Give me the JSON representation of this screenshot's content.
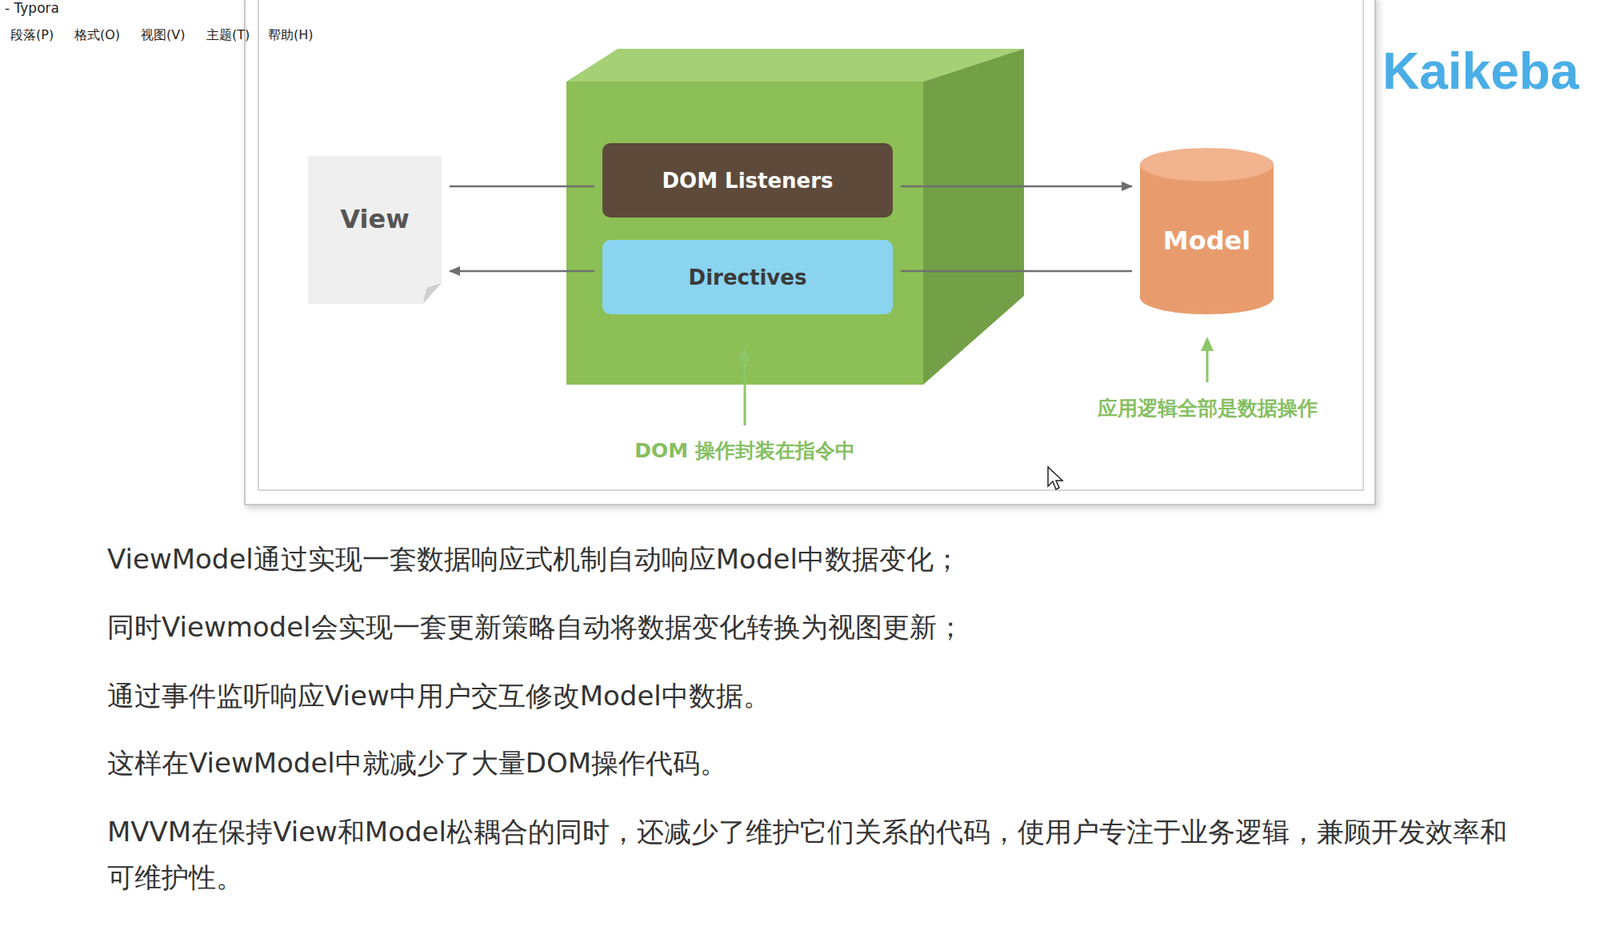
{
  "diagram": {
    "nodes": [
      {
        "text": [
          "View"
        ]
      },
      {
        "text": [
          "DOM Listeners"
        ]
      },
      {
        "text": [
          "Directives"
        ]
      },
      {
        "text": [
          "Model"
        ]
      }
    ],
    "edges": [
      {
        "from": 0,
        "to": 1,
        "arrow": "none"
      },
      {
        "from": 1,
        "to": 3,
        "arrow": "to"
      },
      {
        "from": 3,
        "to": 2,
        "arrow": "none"
      },
      {
        "from": 2,
        "to": 0,
        "arrow": "to"
      }
    ],
    "labels": [
      "- Typora",
      "段落(P)",
      "格式(O)",
      "视图(V)",
      "主题(T)",
      "帮助(H)",
      "DOM 操作封装在指令中",
      "应用逻辑全部是数据操作",
      "Kaikeba",
      "ViewModel通过实现一套数据响应式机制自动响应Model中数据变化；",
      "同时Viewmodel会实现一套更新策略自动将数据变化转换为视图更新；",
      "通过事件监听响应View中用户交互修改Model中数据。",
      "这样在ViewModel中就减少了大量DOM操作代码。",
      "MVVM在保持View和Model松耦合的同时，还减少了维护它们关系的代码，使用户专注于业务逻辑，兼顾开发效率和可维护性。"
    ]
  }
}
